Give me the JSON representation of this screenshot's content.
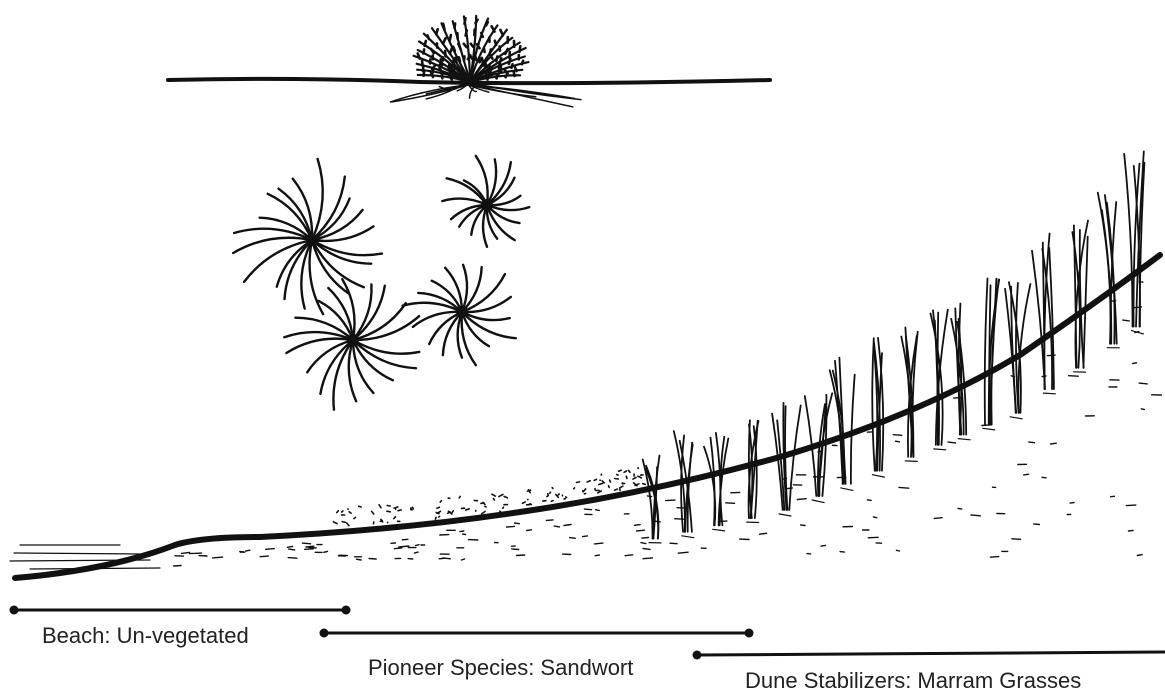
{
  "zones": [
    {
      "id": "beach",
      "label": "Beach: Un-vegetated"
    },
    {
      "id": "pioneer",
      "label": "Pioneer Species: Sandwort"
    },
    {
      "id": "dune",
      "label": "Dune Stabilizers: Marram Grasses"
    }
  ],
  "colors": {
    "ink": "#111111",
    "background": "#ffffff",
    "label_text": "#222222"
  },
  "icons": [
    "sandwort-side-view-sketch",
    "sandwort-rosette-top-view-sketch",
    "marram-grass-sketch",
    "dune-profile-line"
  ]
}
